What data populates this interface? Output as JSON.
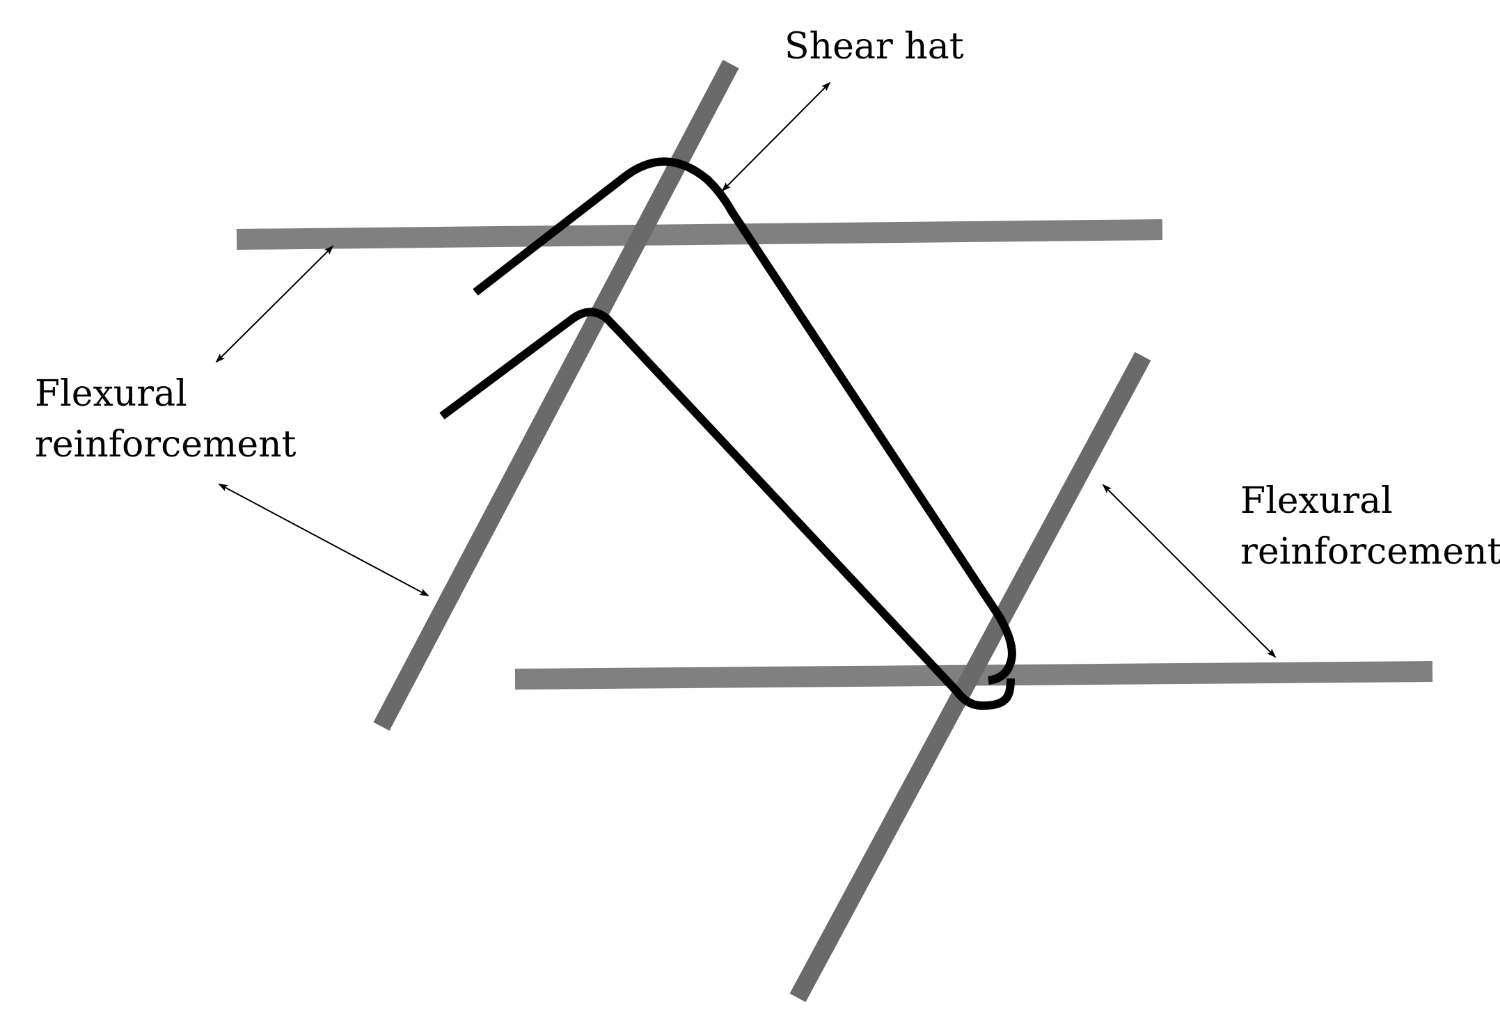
{
  "labels": {
    "shear_hat": "Shear hat",
    "flexural_left_line1": "Flexural",
    "flexural_left_line2": "reinforcement",
    "flexural_right_line1": "Flexural",
    "flexural_right_line2": "reinforcement"
  },
  "colors": {
    "horizontal_bar": "#808080",
    "diagonal_bar": "#6a6a6a",
    "shear_hat": "#000000",
    "background": "#ffffff"
  }
}
